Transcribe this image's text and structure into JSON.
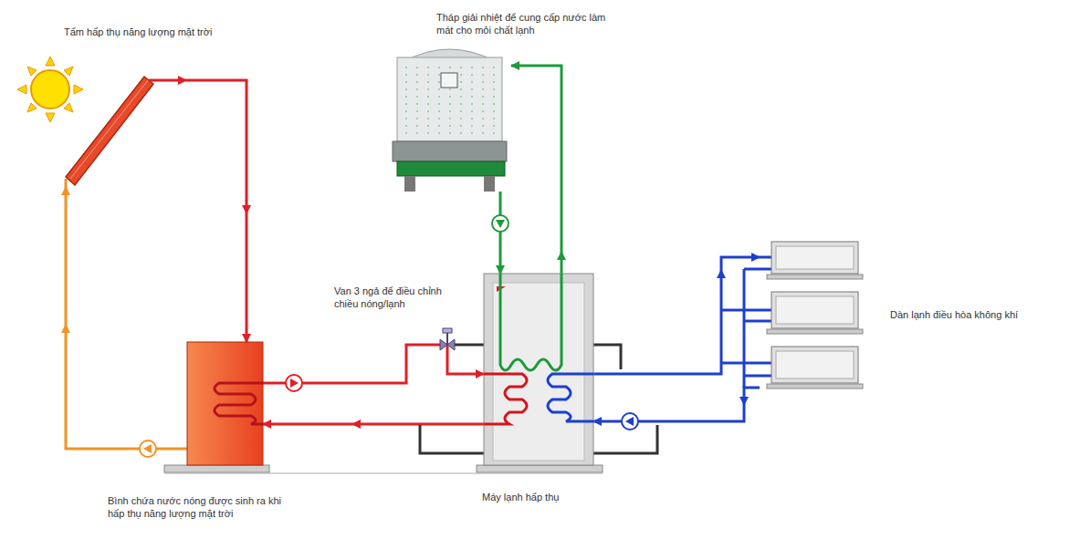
{
  "diagram": {
    "nodes": [
      {
        "text": [
          "Tấm hấp thụ năng lượng mặt trời"
        ]
      },
      {
        "text": [
          "Tháp giải nhiệt để cung cấp nước làm mát cho môi chất lạnh"
        ]
      },
      {
        "text": [
          "Bình chứa nước nóng được sinh ra khi hấp thụ năng lượng mặt trời"
        ]
      },
      {
        "text": [
          "Máy lạnh hấp thụ"
        ]
      },
      {
        "text": [
          "Dàn lạnh điều hòa không khí"
        ]
      }
    ],
    "edges": [
      {
        "from": 0,
        "to": 2,
        "arrow": "to"
      },
      {
        "from": 2,
        "to": 0,
        "arrow": "to"
      },
      {
        "from": 2,
        "to": 3,
        "arrow": "to"
      },
      {
        "from": 3,
        "to": 2,
        "arrow": "to"
      },
      {
        "from": 1,
        "to": 3,
        "arrow": "to"
      },
      {
        "from": 3,
        "to": 1,
        "arrow": "to"
      },
      {
        "from": 3,
        "to": 4,
        "arrow": "to"
      },
      {
        "from": 4,
        "to": 3,
        "arrow": "to"
      }
    ],
    "labels": [
      "Van 3 ngả để điều chỉnh chiều nóng/lạnh"
    ]
  }
}
